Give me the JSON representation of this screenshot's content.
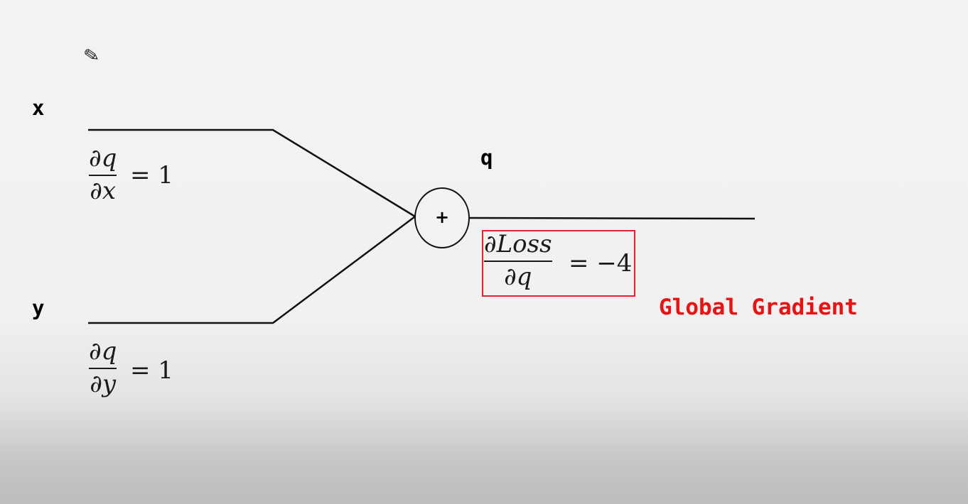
{
  "nodes": {
    "x_label": "x",
    "y_label": "y",
    "q_label": "q",
    "op_symbol": "+"
  },
  "gradients": {
    "dq_dx": {
      "num": "∂q",
      "den": "∂x",
      "rhs": "= 1"
    },
    "dq_dy": {
      "num": "∂q",
      "den": "∂y",
      "rhs": "= 1"
    },
    "dloss_dq": {
      "num": "∂Loss",
      "den": "∂q",
      "rhs": "= −4"
    }
  },
  "annotation": {
    "text": "Global Gradient",
    "color": "#ee1010"
  },
  "icons": {
    "cursor": "pencil-icon"
  }
}
